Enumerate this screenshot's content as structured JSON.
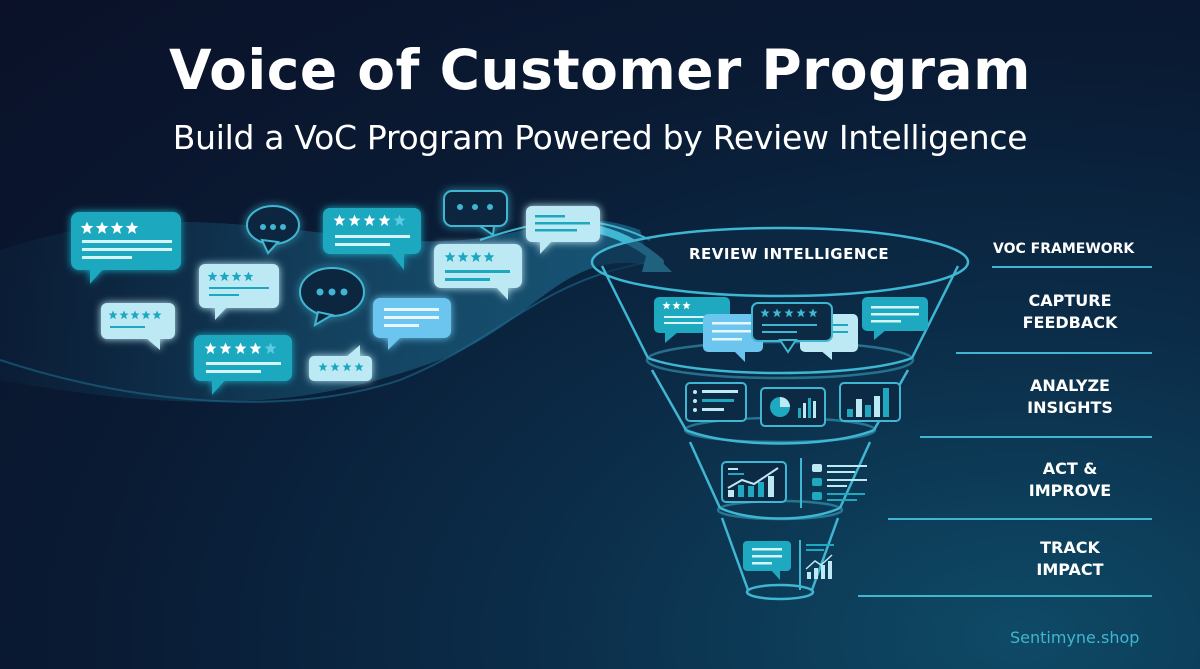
{
  "header": {
    "title": "Voice of Customer Program",
    "subtitle": "Build a VoC Program Powered by Review Intelligence"
  },
  "funnel": {
    "label": "REVIEW INTELLIGENCE",
    "layers": [
      {
        "name": "capture",
        "icons": [
          "star-review-bubble",
          "text-bubble",
          "five-star-bubble",
          "text-bubble"
        ]
      },
      {
        "name": "analyze",
        "icons": [
          "list-panel",
          "pie-bar-chart-panel",
          "bar-chart-panel"
        ]
      },
      {
        "name": "act",
        "icons": [
          "trend-chart-panel",
          "checklist-panel"
        ]
      },
      {
        "name": "track",
        "icons": [
          "message-bubble",
          "mini-trend-chart"
        ]
      }
    ]
  },
  "framework": {
    "header": "VOC FRAMEWORK",
    "stages": [
      {
        "line1": "CAPTURE",
        "line2": "FEEDBACK"
      },
      {
        "line1": "ANALYZE",
        "line2": "INSIGHTS"
      },
      {
        "line1": "ACT &",
        "line2": "IMPROVE"
      },
      {
        "line1": "TRACK",
        "line2": "IMPACT"
      }
    ]
  },
  "bubbles": [
    {
      "type": "rating",
      "stars": 4,
      "style": "teal"
    },
    {
      "type": "typing",
      "style": "outline"
    },
    {
      "type": "rating",
      "stars": 4,
      "style": "light"
    },
    {
      "type": "rating",
      "stars": 5,
      "style": "light"
    },
    {
      "type": "rating",
      "stars": 4,
      "half": true,
      "style": "teal"
    },
    {
      "type": "typing",
      "style": "outline"
    },
    {
      "type": "rating",
      "stars": 4,
      "half": true,
      "style": "teal"
    },
    {
      "type": "typing",
      "style": "outline"
    },
    {
      "type": "rating",
      "stars": 4,
      "style": "light"
    },
    {
      "type": "text",
      "style": "blue"
    },
    {
      "type": "rating",
      "stars": 4,
      "style": "light"
    },
    {
      "type": "text",
      "style": "light"
    }
  ],
  "colors": {
    "accent": "#3fb6d2",
    "teal": "#1ea9c0",
    "light": "#bde9f5",
    "blue": "#6cc5ee",
    "background": "#0a1128"
  },
  "footer": {
    "brand": "Sentimyne.shop"
  }
}
